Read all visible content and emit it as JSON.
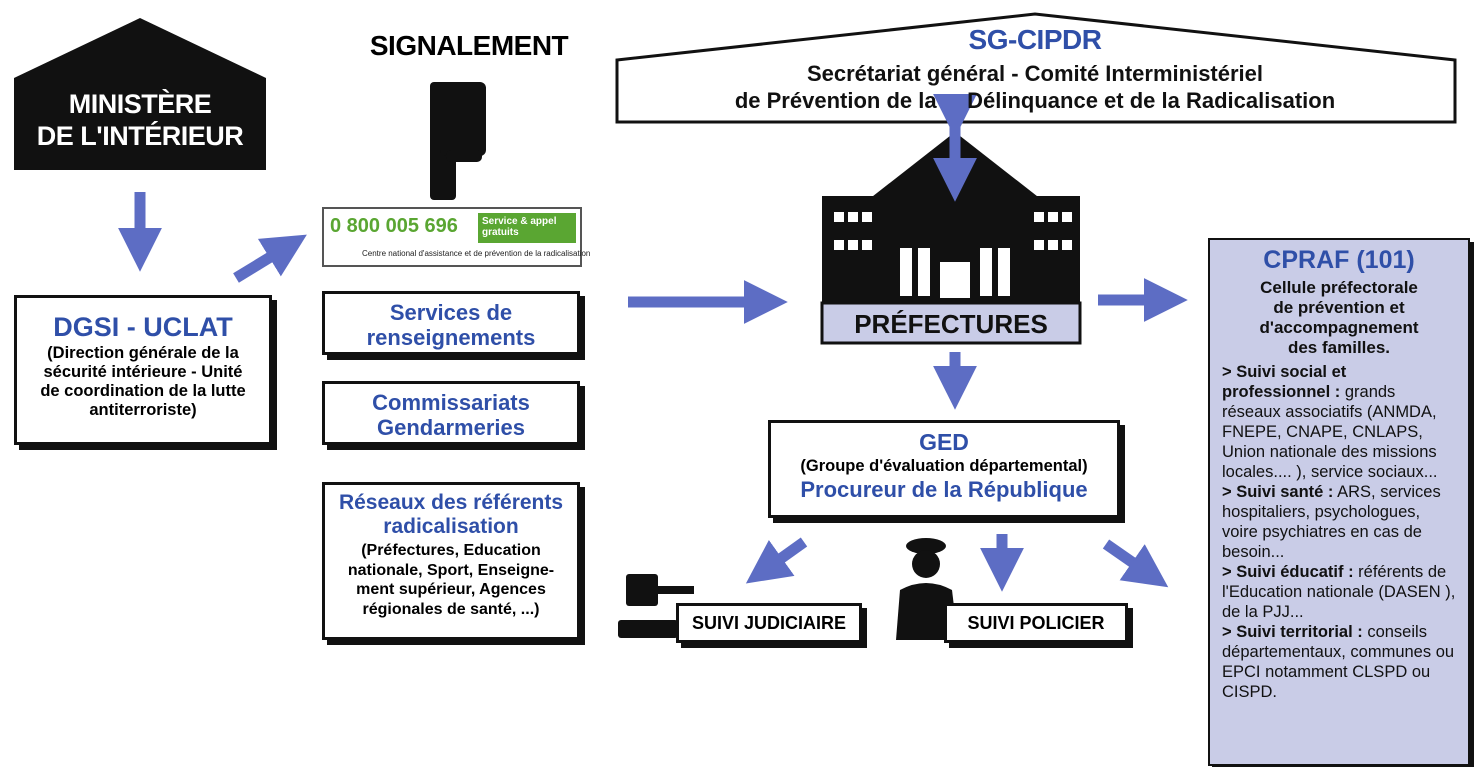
{
  "ministere": {
    "line1": "MINISTÈRE",
    "line2": "DE L'INTÉRIEUR"
  },
  "dgsi": {
    "title": "DGSI - UCLAT",
    "line1": "(Direction générale de la",
    "line2": "sécurité intérieure - Unité",
    "line3": "de coordination de la lutte",
    "line4": "antiterroriste)"
  },
  "signalement": {
    "title": "SIGNALEMENT",
    "phone_number": "0 800 005 696",
    "phone_badge_line1": "Service & appel",
    "phone_badge_line2": "gratuits",
    "phone_caption": "Centre national d'assistance et de prévention de la radicalisation"
  },
  "services_renseignements": {
    "line1": "Services de",
    "line2": "renseignements"
  },
  "commissariats": {
    "line1": "Commissariats",
    "line2": "Gendarmeries"
  },
  "referents": {
    "title1": "Réseaux des référents",
    "title2": "radicalisation",
    "line1": "(Préfectures, Education",
    "line2": "nationale, Sport, Enseigne-",
    "line3": "ment supérieur, Agences",
    "line4": "régionales de santé, ...)"
  },
  "sg_cipdr": {
    "title": "SG-CIPDR",
    "line1": "Secrétariat général - Comité Interministériel",
    "line2": "de Prévention de la     Délinquance et de la Radicalisation"
  },
  "prefectures": {
    "label": "PRÉFECTURES"
  },
  "ged": {
    "title": "GED",
    "subtitle": "(Groupe d'évaluation départemental)",
    "procureur": "Procureur de la République"
  },
  "suivi_judiciaire": {
    "label": "SUIVI JUDICIAIRE"
  },
  "suivi_policier": {
    "label": "SUIVI POLICIER"
  },
  "cpraf": {
    "title": "CPRAF (101)",
    "sub1": "Cellule préfectorale",
    "sub2": "de prévention et",
    "sub3": "d'accompagnement",
    "sub4": "des familles.",
    "social_bold": "> Suivi social et professionnel :",
    "social_text": " grands réseaux associatifs (ANMDA, FNEPE, CNAPE, CNLAPS, Union nationale des missions locales.... ), service sociaux...",
    "sante_bold": "> Suivi santé :",
    "sante_text": " ARS, services hospitaliers, psychologues, voire psychiatres en cas de besoin...",
    "educatif_bold": "> Suivi éducatif :",
    "educatif_text": " référents de l'Education nationale (DASEN ), de la PJJ...",
    "territorial_bold": "> Suivi territorial :",
    "territorial_text": " conseils départementaux, communes ou EPCI notamment CLSPD ou CISPD."
  },
  "colors": {
    "arrow": "#5d6dc4",
    "blue_text": "#2f4fa8",
    "cpraf_bg": "#c9cce7",
    "prefecture_label_bg": "#c9cce7",
    "phone_green": "#5aa632"
  },
  "icons": [
    "house-roof-icon",
    "pointing-hand-icon",
    "prefecture-building-icon",
    "gavel-icon",
    "police-officer-icon",
    "phone-service-logo"
  ]
}
